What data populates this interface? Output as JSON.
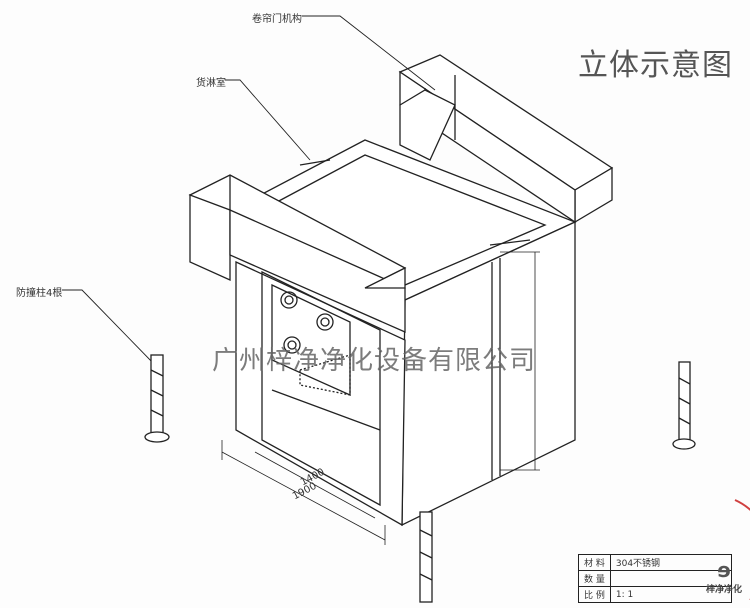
{
  "title": "立体示意图",
  "watermark": "广州梓净净化设备有限公司",
  "callouts": {
    "roller_door": "卷帘门机构",
    "cargo_shower": "货淋室",
    "bollards": "防撞柱4根"
  },
  "dimensions": {
    "inner_width": "1400",
    "outer_width": "1900"
  },
  "title_block": {
    "rows": [
      {
        "label": "材 料",
        "value": "304不锈钢"
      },
      {
        "label": "数 量",
        "value": ""
      },
      {
        "label": "比 例",
        "value": "1: 1"
      }
    ],
    "logo_text": "梓净净化"
  },
  "colors": {
    "line": "#222222",
    "stamp": "#d04040"
  }
}
